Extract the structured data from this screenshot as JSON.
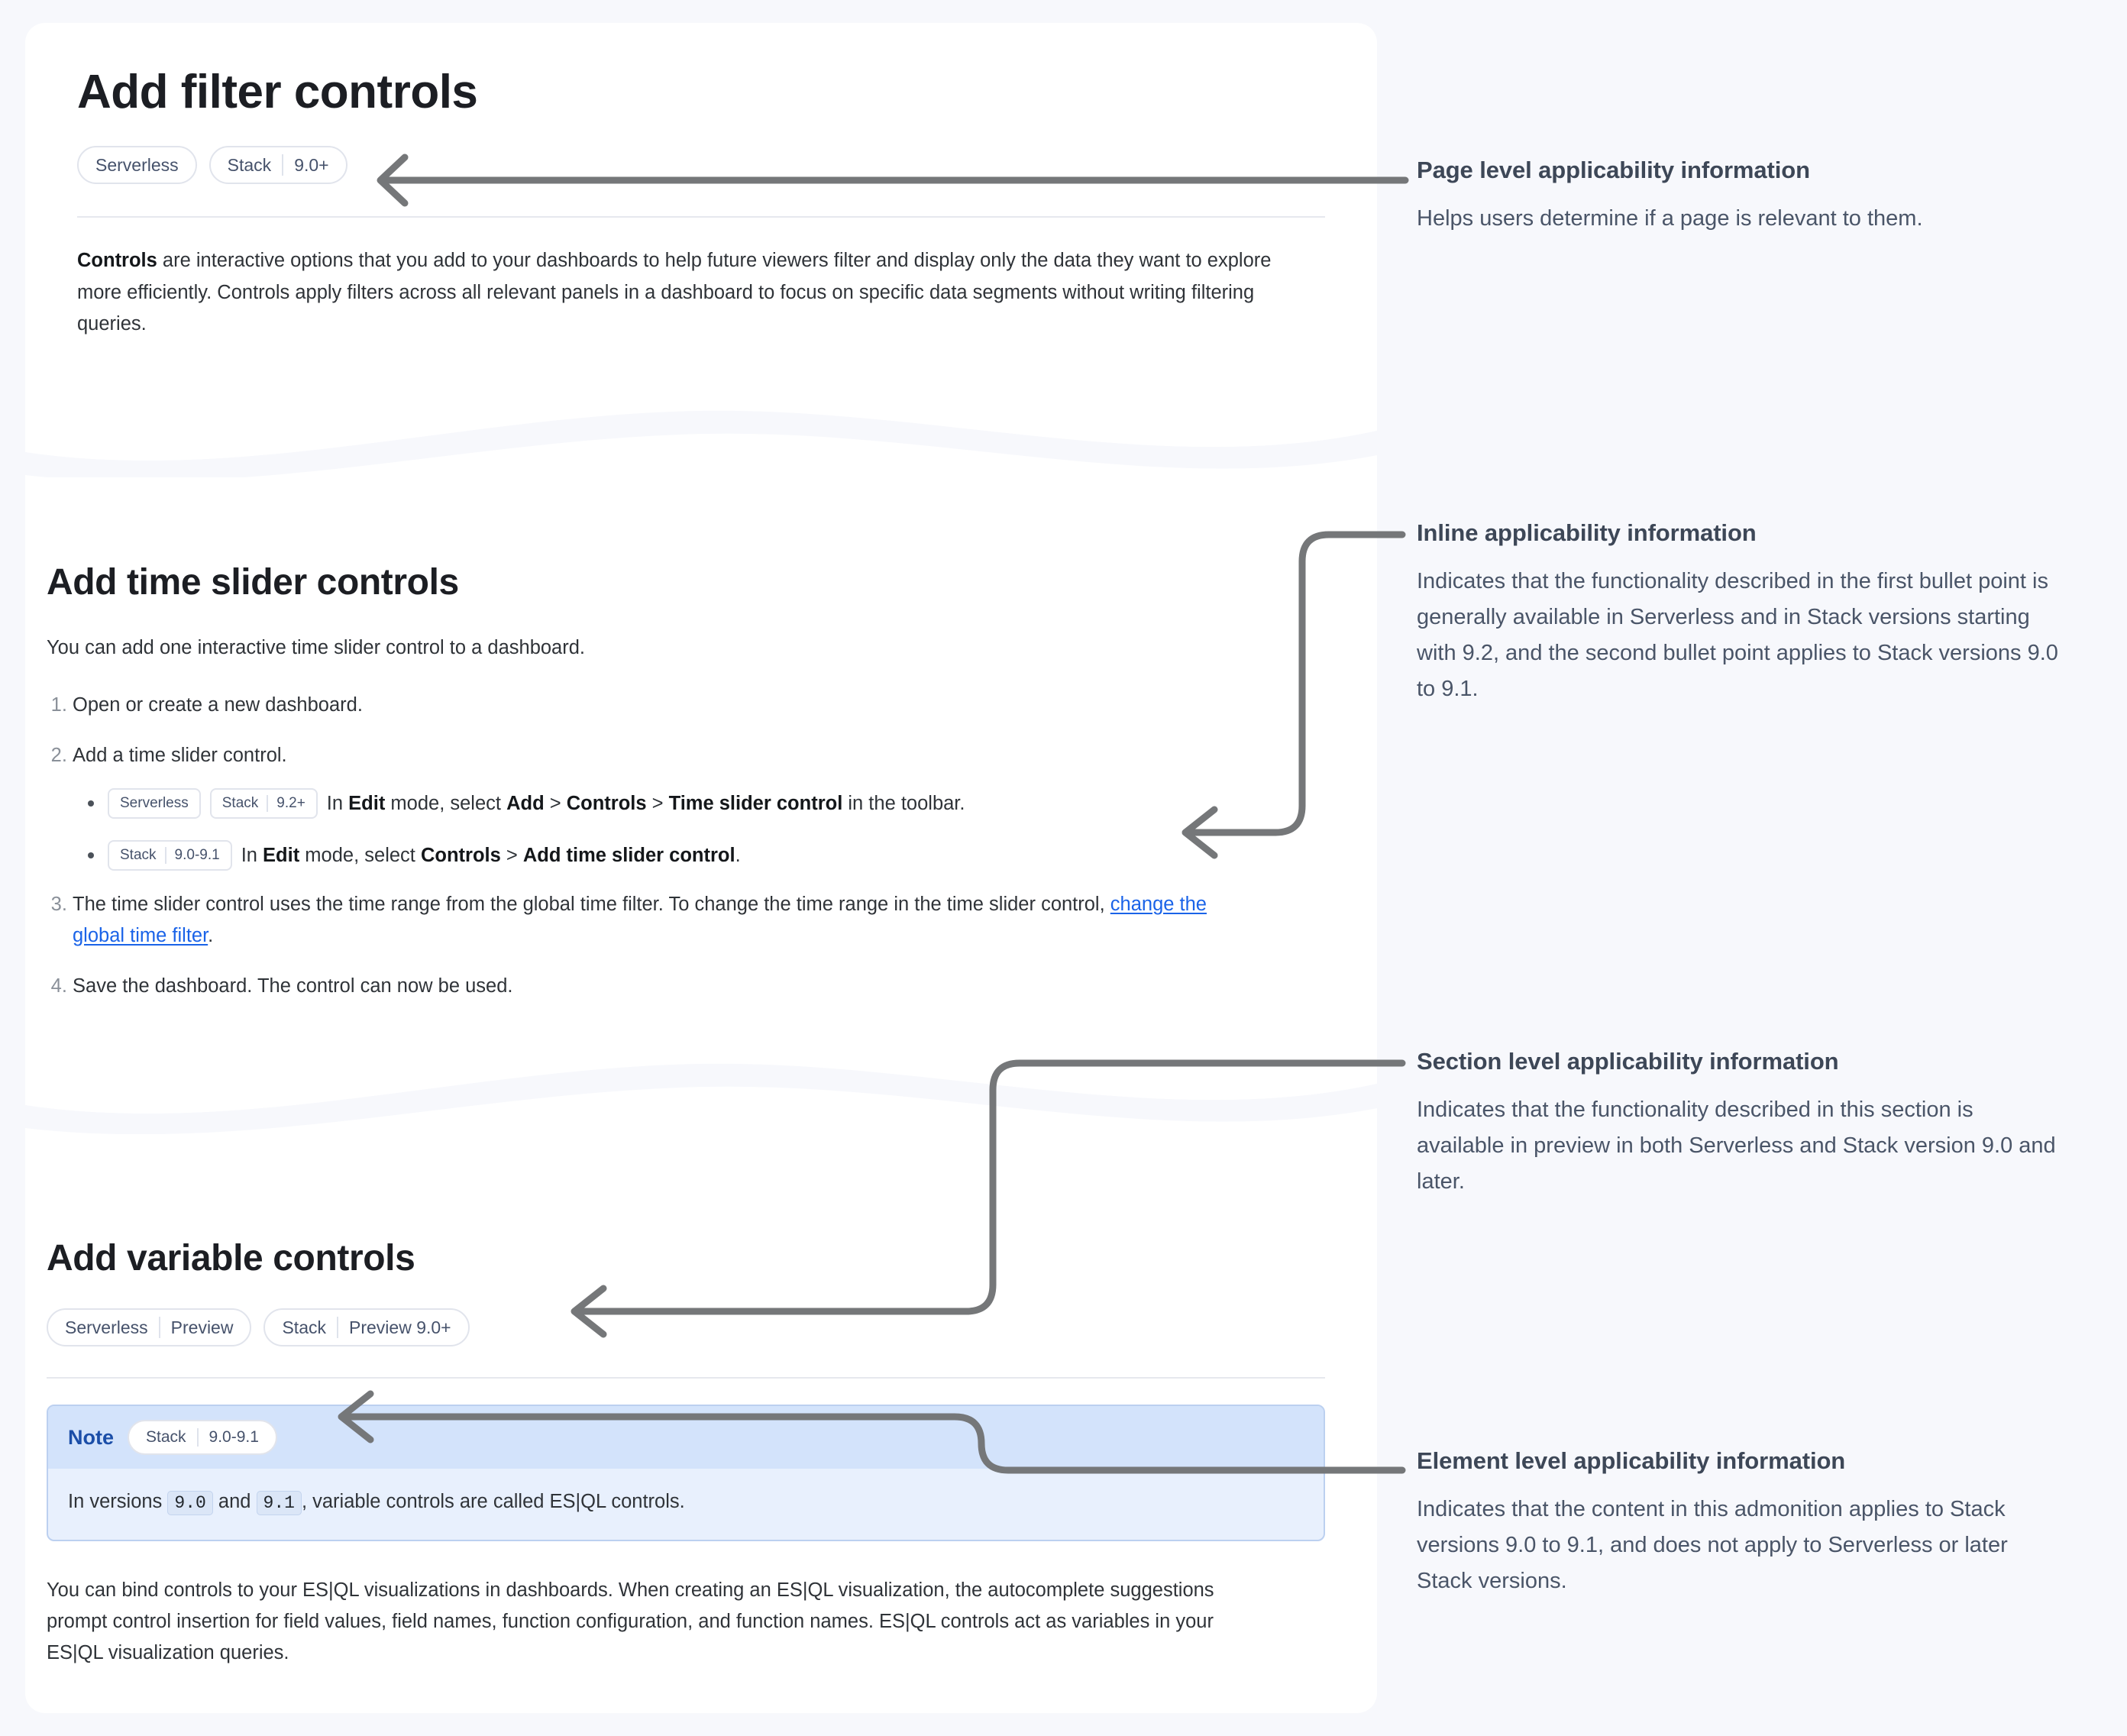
{
  "page": {
    "title": "Add filter controls",
    "applicability": [
      {
        "segments": [
          "Serverless"
        ]
      },
      {
        "segments": [
          "Stack",
          "9.0+"
        ]
      }
    ],
    "intro_lead": "Controls",
    "intro_rest": " are interactive options that you add to your dashboards to help future viewers filter and display only the data they want to explore more efficiently. Controls apply filters across all relevant panels in a dashboard to focus on specific data segments without writing filtering queries."
  },
  "section_time_slider": {
    "title": "Add time slider controls",
    "intro": "You can add one interactive time slider control to a dashboard.",
    "steps": [
      {
        "text": "Open or create a new dashboard."
      },
      {
        "text": "Add a time slider control.",
        "substeps": [
          {
            "badges": [
              {
                "segments": [
                  "Serverless"
                ]
              },
              {
                "segments": [
                  "Stack",
                  "9.2+"
                ]
              }
            ],
            "parts": [
              {
                "t": "In ",
                "b": false
              },
              {
                "t": "Edit",
                "b": true
              },
              {
                "t": " mode, select ",
                "b": false
              },
              {
                "t": "Add",
                "b": true
              },
              {
                "t": " > ",
                "b": false
              },
              {
                "t": "Controls",
                "b": true
              },
              {
                "t": " > ",
                "b": false
              },
              {
                "t": "Time slider control",
                "b": true
              },
              {
                "t": " in the toolbar.",
                "b": false
              }
            ]
          },
          {
            "badges": [
              {
                "segments": [
                  "Stack",
                  "9.0-9.1"
                ]
              }
            ],
            "parts": [
              {
                "t": "In ",
                "b": false
              },
              {
                "t": "Edit",
                "b": true
              },
              {
                "t": " mode, select ",
                "b": false
              },
              {
                "t": "Controls",
                "b": true
              },
              {
                "t": " > ",
                "b": false
              },
              {
                "t": "Add time slider control",
                "b": true
              },
              {
                "t": ".",
                "b": false
              }
            ]
          }
        ]
      },
      {
        "text_before_link": "The time slider control uses the time range from the global time filter. To change the time range in the time slider control, ",
        "link_text": "change the global time filter",
        "text_after_link": "."
      },
      {
        "text": "Save the dashboard. The control can now be used."
      }
    ]
  },
  "section_variable": {
    "title": "Add variable controls",
    "applicability": [
      {
        "segments": [
          "Serverless",
          "Preview"
        ]
      },
      {
        "segments": [
          "Stack",
          "Preview 9.0+"
        ]
      }
    ],
    "note": {
      "label": "Note",
      "badge": {
        "segments": [
          "Stack",
          "9.0-9.1"
        ]
      },
      "body_parts": [
        {
          "t": "In versions ",
          "code": false
        },
        {
          "t": "9.0",
          "code": true
        },
        {
          "t": " and ",
          "code": false
        },
        {
          "t": "9.1",
          "code": true
        },
        {
          "t": ", variable controls are called ES|QL controls.",
          "code": false
        }
      ]
    },
    "paragraph": "You can bind controls to your ES|QL visualizations in dashboards. When creating an ES|QL visualization, the autocomplete suggestions prompt control insertion for field values, field names, function configuration, and function names. ES|QL controls act as variables in your ES|QL visualization queries."
  },
  "annotations": [
    {
      "id": "page",
      "title": "Page level applicability information",
      "body": "Helps users determine if a page is relevant to them."
    },
    {
      "id": "inline",
      "title": "Inline applicability information",
      "body": "Indicates that the functionality described in the first bullet point is generally available in Serverless and in Stack versions starting with 9.2, and the second bullet point applies to Stack versions 9.0 to 9.1."
    },
    {
      "id": "section",
      "title": "Section level applicability information",
      "body": "Indicates that the functionality described in this section is available in preview in both Serverless and Stack version 9.0 and later."
    },
    {
      "id": "element",
      "title": "Element level applicability information",
      "body": "Indicates that the content in this admonition applies to Stack versions 9.0 to 9.1, and does not apply to Serverless or later Stack versions."
    }
  ],
  "colors": {
    "page_background": "#f7f8fc",
    "card_background": "#ffffff",
    "badge_text": "#46526b",
    "badge_border": "#e1e4ec",
    "link": "#1a63e8",
    "note_header": "#d3e3fb",
    "note_body": "#e8f0fd",
    "note_border": "#bcd0f0",
    "note_label": "#1b4ea8",
    "connector": "#757779",
    "annotation_title": "#3d4757",
    "annotation_body": "#4a5568"
  }
}
